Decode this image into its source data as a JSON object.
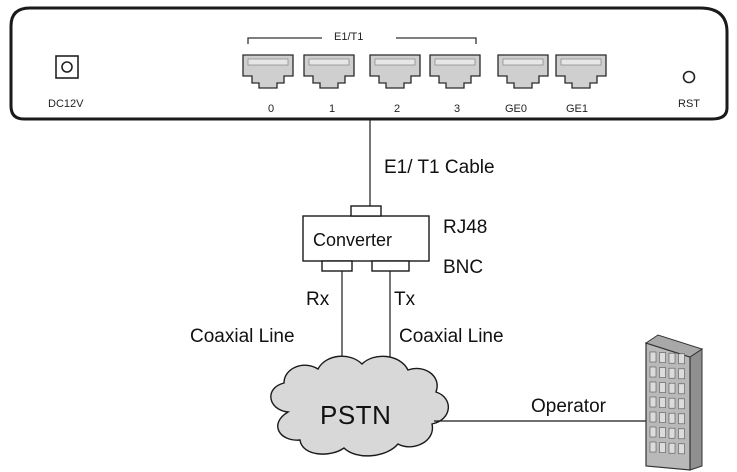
{
  "device": {
    "group_label": "E1/T1",
    "power_label": "DC12V",
    "ports": [
      {
        "label": "0",
        "type": "e1t1"
      },
      {
        "label": "1",
        "type": "e1t1"
      },
      {
        "label": "2",
        "type": "e1t1"
      },
      {
        "label": "3",
        "type": "e1t1"
      },
      {
        "label": "GE0",
        "type": "ethernet"
      },
      {
        "label": "GE1",
        "type": "ethernet"
      }
    ],
    "reset_label": "RST"
  },
  "cable_label": "E1/ T1 Cable",
  "converter": {
    "label": "Converter",
    "top_connector": "RJ48",
    "bottom_connector": "BNC",
    "rx_label": "Rx",
    "tx_label": "Tx"
  },
  "coax_left_label": "Coaxial Line",
  "coax_right_label": "Coaxial Line",
  "network": {
    "cloud_label": "PSTN",
    "operator_label": "Operator"
  },
  "colors": {
    "line": "#1a1a1a",
    "port_fill": "#cfcfcf",
    "cloud_fill": "#d8d8d8",
    "building_fill": "#b9b9b9",
    "building_window": "#dcdcdc"
  },
  "icons": [
    "power-jack-icon",
    "rj45-port-icon",
    "reset-button-icon",
    "cloud-icon",
    "building-icon"
  ]
}
